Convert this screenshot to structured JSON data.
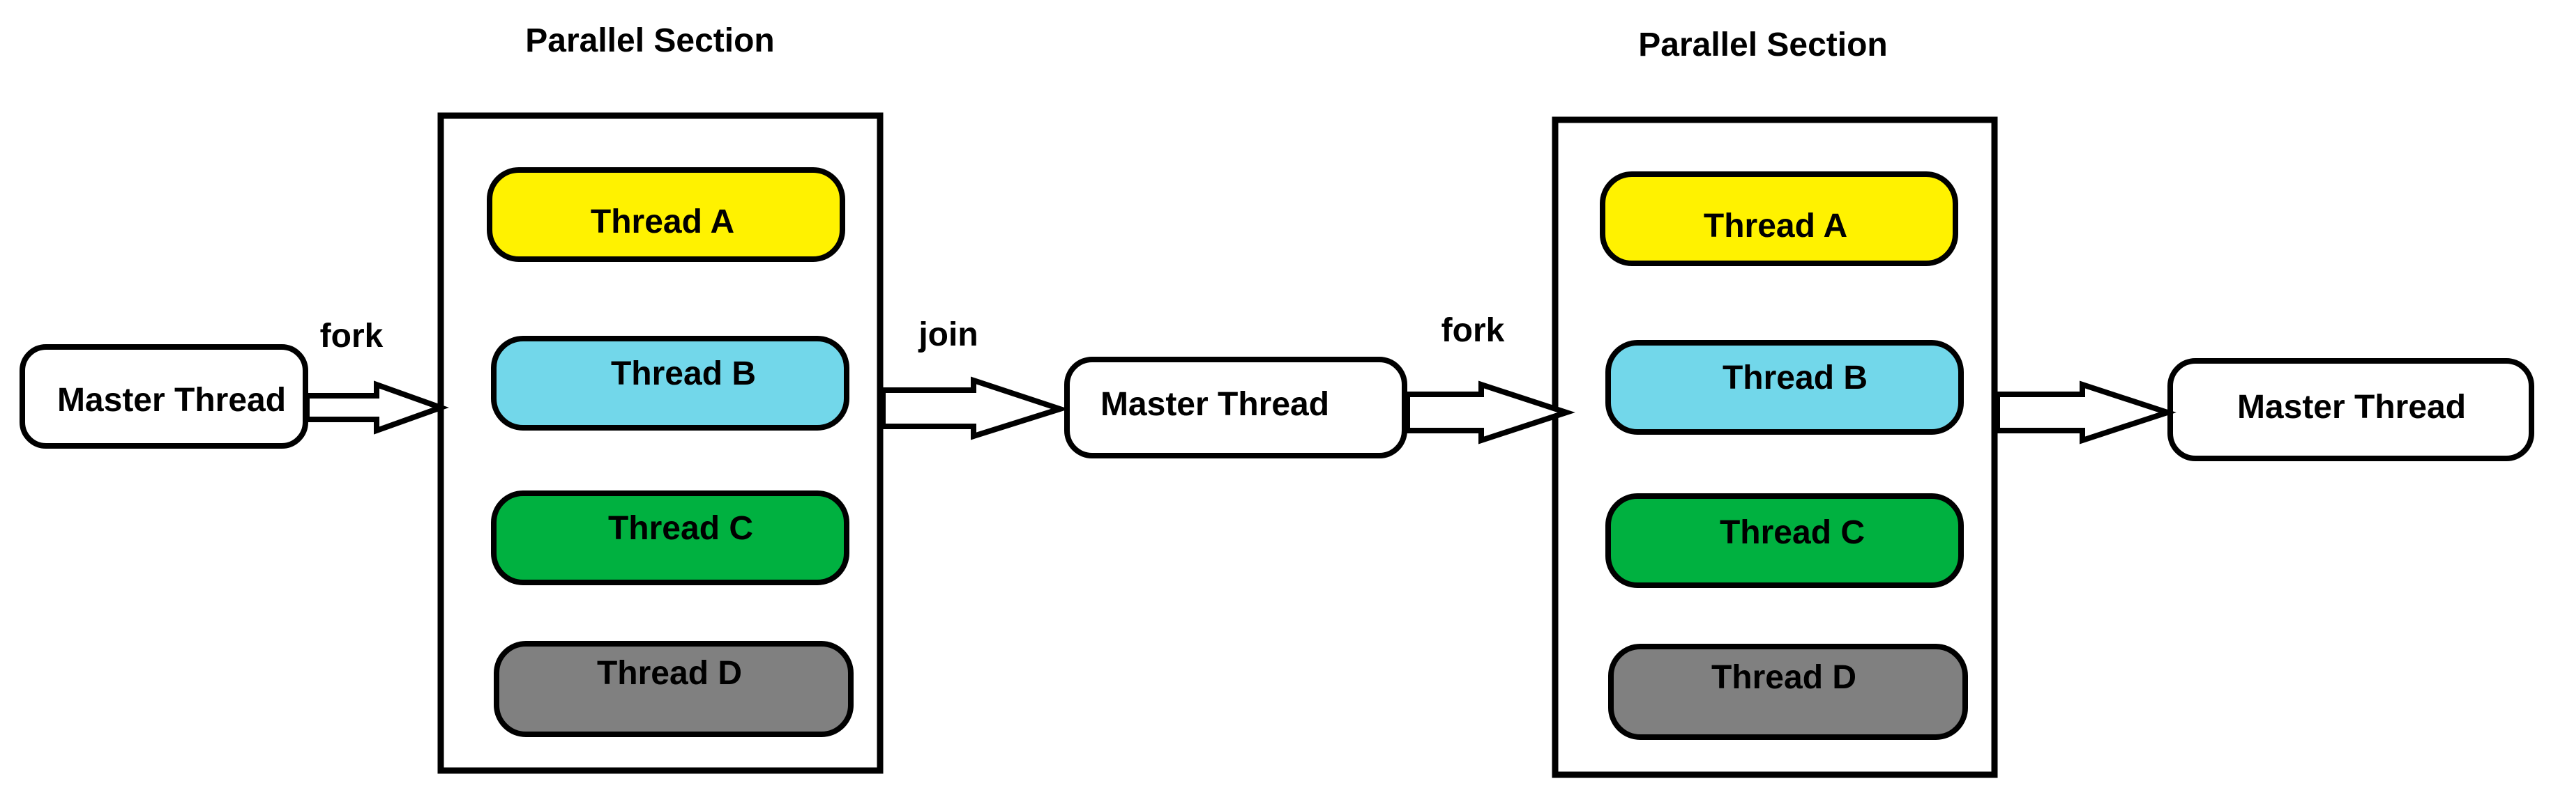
{
  "colors": {
    "thread_a": "#FFF200",
    "thread_b": "#72D7EA",
    "thread_c": "#00B140",
    "thread_d": "#808080",
    "outline": "#000000",
    "background": "#FFFFFF"
  },
  "sections": [
    {
      "title": "Parallel Section",
      "threads": [
        "Thread A",
        "Thread B",
        "Thread C",
        "Thread D"
      ]
    },
    {
      "title": "Parallel Section",
      "threads": [
        "Thread A",
        "Thread B",
        "Thread C",
        "Thread D"
      ]
    }
  ],
  "master_threads": [
    "Master Thread",
    "Master Thread",
    "Master Thread"
  ],
  "arrow_labels": [
    "fork",
    "join",
    "fork"
  ]
}
